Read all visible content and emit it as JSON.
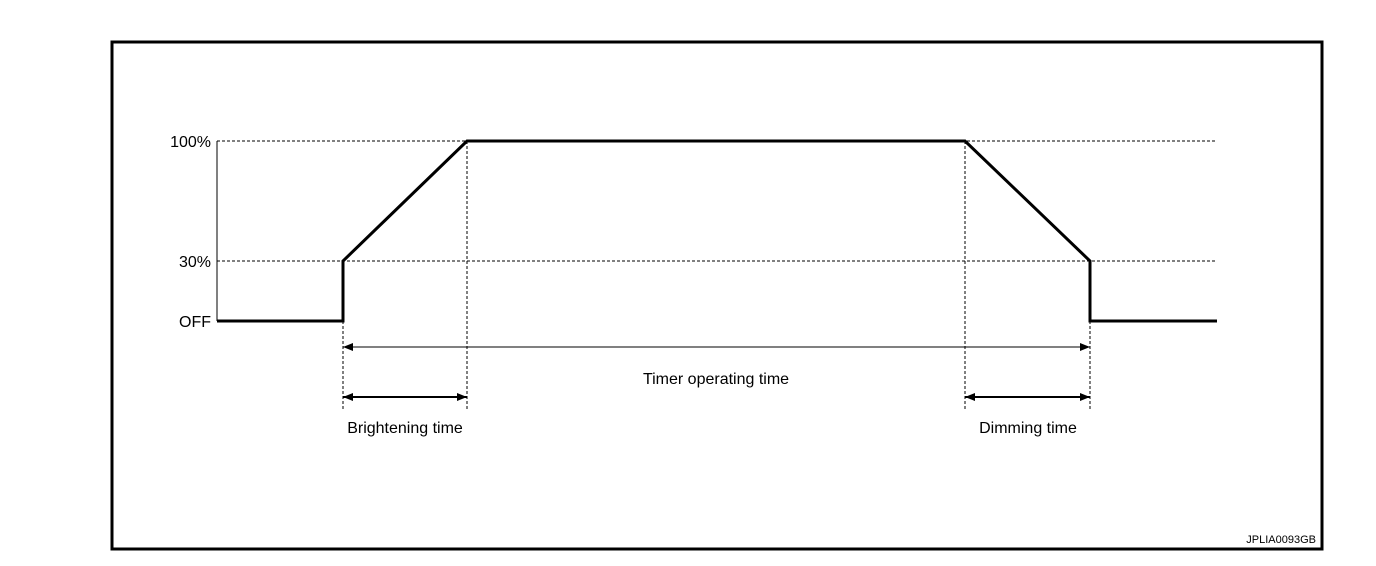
{
  "levels": {
    "full": "100%",
    "partial": "30%",
    "off": "OFF"
  },
  "spans": {
    "timer": "Timer operating time",
    "brightening": "Brightening time",
    "dimming": "Dimming time"
  },
  "figure_code": "JPLIA0093GB"
}
